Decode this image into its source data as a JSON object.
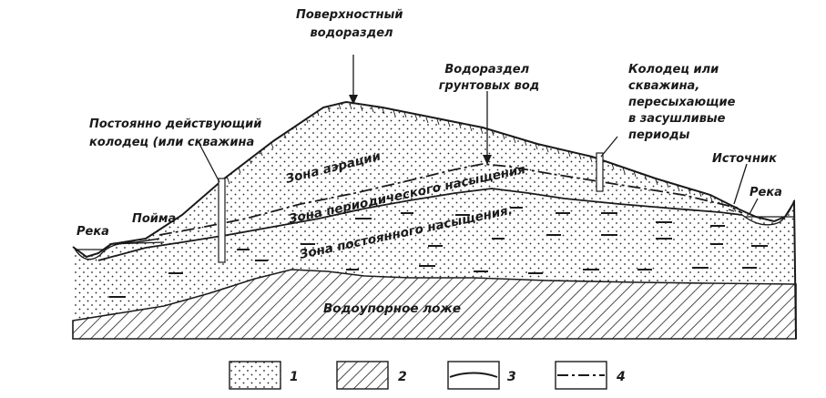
{
  "labels": {
    "surface_divide": [
      "Поверхностный",
      "водораздел"
    ],
    "groundwater_divide": [
      "Водораздел",
      "грунтовых вод"
    ],
    "seasonal_well": [
      "Колодец или",
      "скважина,",
      "пересыхающие",
      "в засушливые",
      "периоды"
    ],
    "permanent_well": [
      "Постоянно действующий",
      "колодец (или скважина"
    ],
    "spring": "Источник",
    "river_left": "Река",
    "floodplain": "Пойма",
    "river_right": "Река"
  },
  "zones": {
    "aeration": "Зона аэрации",
    "periodic": "Зона периодического насыщения",
    "permanent": "Зона постоянного насыщения.",
    "aquiclude": "Водоупорное ложе"
  },
  "legend": [
    {
      "pattern": "dots",
      "label": "1"
    },
    {
      "pattern": "hatch",
      "label": "2"
    },
    {
      "pattern": "solid-line",
      "label": "3"
    },
    {
      "pattern": "dash-dot-line",
      "label": "4"
    }
  ],
  "colors": {
    "ink": "#1a1a1a",
    "paper": "#ffffff"
  }
}
